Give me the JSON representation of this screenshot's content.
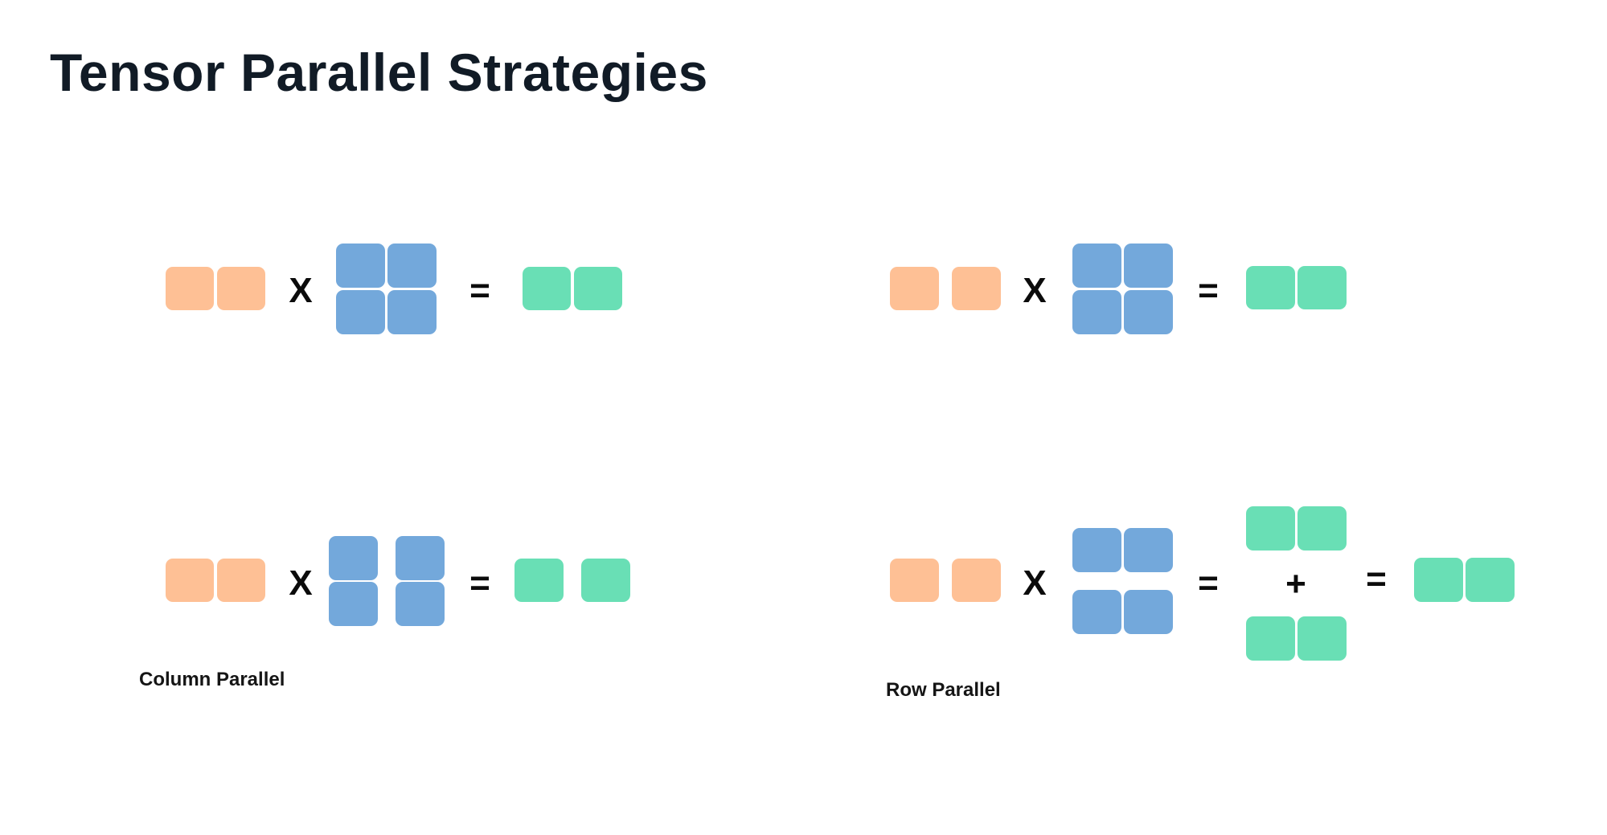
{
  "title": "Tensor Parallel Strategies",
  "colors": {
    "input": "#fec095",
    "weight": "#73a8db",
    "output": "#69dfb5",
    "title": "#111b26"
  },
  "symbols": {
    "multiply": "X",
    "equals": "=",
    "plus": "+"
  },
  "strategies": [
    {
      "label": "Column Parallel"
    },
    {
      "label": "Row Parallel"
    }
  ]
}
